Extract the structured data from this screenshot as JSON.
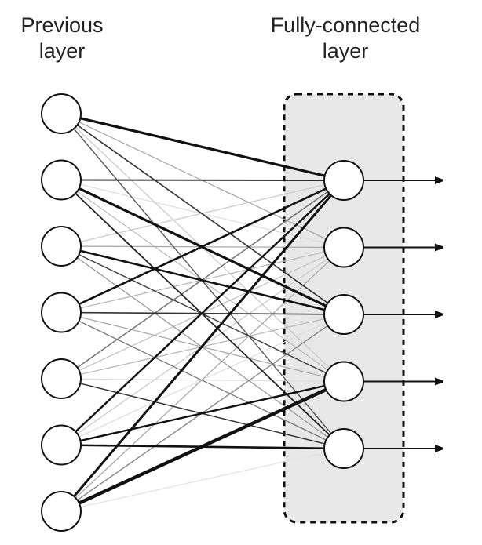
{
  "labels": {
    "previous_layer": [
      "Previous",
      "layer"
    ],
    "fully_connected_layer": [
      "Fully-connected",
      "layer"
    ]
  },
  "colors": {
    "node_fill": "#ffffff",
    "node_stroke": "#111111",
    "fc_box_fill": "#e8e8e8",
    "fc_box_stroke": "#111111",
    "arrow": "#111111"
  },
  "diagram": {
    "previous_layer_nodes": 7,
    "fc_layer_nodes": 5,
    "connections": [
      [
        0,
        0,
        "#111111",
        3.2
      ],
      [
        0,
        1,
        "#a8a8a8",
        1.3
      ],
      [
        0,
        2,
        "#333333",
        1.6
      ],
      [
        0,
        3,
        "#c8c8c8",
        1.2
      ],
      [
        0,
        4,
        "#555555",
        1.4
      ],
      [
        1,
        0,
        "#111111",
        1.8
      ],
      [
        1,
        1,
        "#dddddd",
        1.2
      ],
      [
        1,
        2,
        "#111111",
        3.2
      ],
      [
        1,
        3,
        "#bbbbbb",
        1.2
      ],
      [
        1,
        4,
        "#222222",
        1.8
      ],
      [
        2,
        0,
        "#cccccc",
        1.3
      ],
      [
        2,
        1,
        "#aaaaaa",
        1.3
      ],
      [
        2,
        2,
        "#111111",
        2.6
      ],
      [
        2,
        3,
        "#444444",
        1.5
      ],
      [
        2,
        4,
        "#999999",
        1.3
      ],
      [
        3,
        0,
        "#111111",
        2.6
      ],
      [
        3,
        1,
        "#bbbbbb",
        1.3
      ],
      [
        3,
        2,
        "#333333",
        1.6
      ],
      [
        3,
        3,
        "#aaaaaa",
        1.3
      ],
      [
        3,
        4,
        "#777777",
        1.3
      ],
      [
        4,
        0,
        "#777777",
        1.6
      ],
      [
        4,
        1,
        "#c4c4c4",
        1.3
      ],
      [
        4,
        2,
        "#bbbbbb",
        1.3
      ],
      [
        4,
        3,
        "#dddddd",
        1.2
      ],
      [
        4,
        4,
        "#333333",
        1.5
      ],
      [
        5,
        0,
        "#111111",
        2.4
      ],
      [
        5,
        1,
        "#cccccc",
        1.3
      ],
      [
        5,
        2,
        "#dddddd",
        1.2
      ],
      [
        5,
        3,
        "#111111",
        2.4
      ],
      [
        5,
        4,
        "#111111",
        2.6
      ],
      [
        6,
        0,
        "#111111",
        3.0
      ],
      [
        6,
        1,
        "#aaaaaa",
        1.3
      ],
      [
        6,
        2,
        "#888888",
        1.4
      ],
      [
        6,
        3,
        "#111111",
        4.4
      ],
      [
        6,
        4,
        "#e2e2e2",
        1.2
      ]
    ]
  }
}
